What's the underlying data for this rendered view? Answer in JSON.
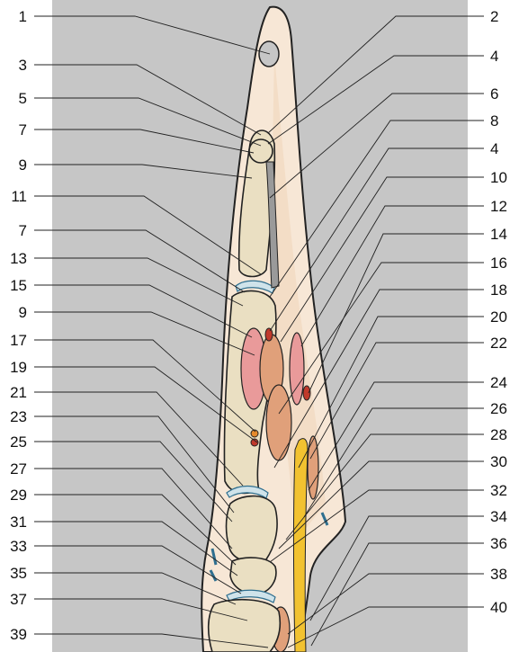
{
  "labels_left": [
    "1",
    "3",
    "5",
    "7",
    "9",
    "11",
    "7",
    "13",
    "15",
    "9",
    "17",
    "19",
    "21",
    "23",
    "25",
    "27",
    "29",
    "31",
    "33",
    "35",
    "37",
    "39"
  ],
  "labels_right": [
    "2",
    "4",
    "6",
    "8",
    "4",
    "10",
    "12",
    "14",
    "16",
    "18",
    "20",
    "22",
    "24",
    "26",
    "28",
    "30",
    "32",
    "34",
    "36",
    "38",
    "40"
  ],
  "colors": {
    "background_panel": "#c6c6c6",
    "skin": "#f7e7d6",
    "bone": "#eadfc2",
    "cartilage": "#cfe3ea",
    "muscle_pink": "#e99a9a",
    "muscle_orange": "#e0a07a",
    "nerve": "#f2c230",
    "vessel": "#c0392b"
  }
}
